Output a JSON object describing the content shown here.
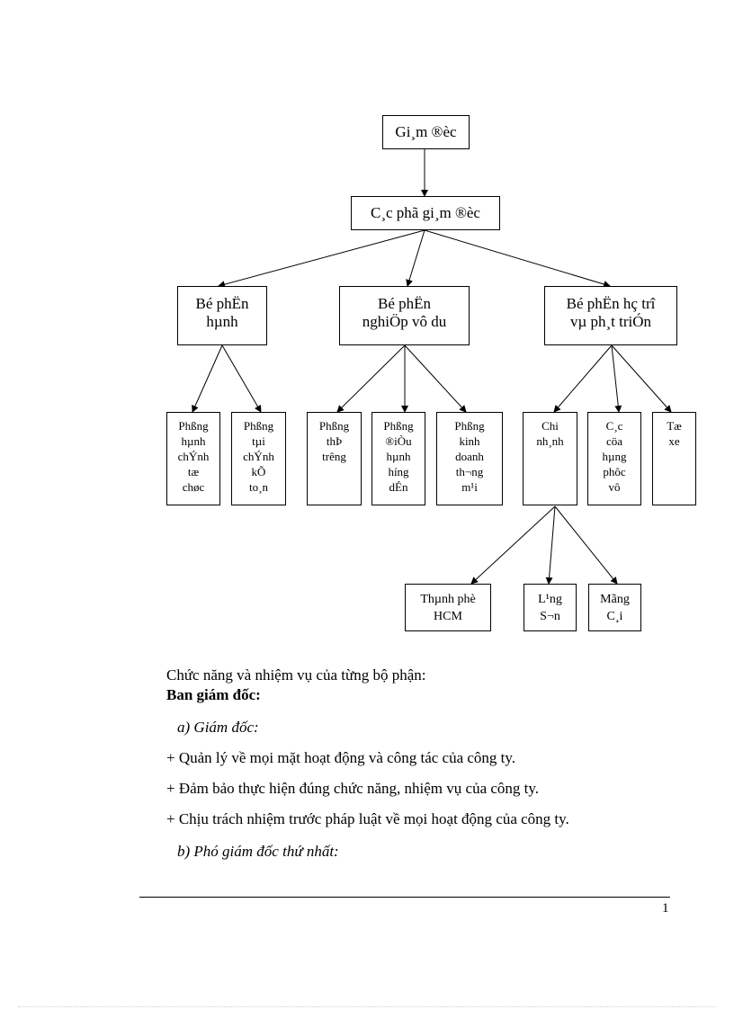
{
  "org": {
    "top": {
      "lines": [
        "Gi¸m ®èc"
      ]
    },
    "deputy": {
      "lines": [
        "C¸c phã gi¸m ®èc"
      ]
    },
    "dept_admin": {
      "lines": [
        "Bé phËn",
        "hµnh"
      ]
    },
    "dept_business": {
      "lines": [
        "Bé phËn",
        "nghiÖp vô du"
      ]
    },
    "dept_support": {
      "lines": [
        "Bé phËn hç trî",
        "vµ ph¸t triÓn"
      ]
    },
    "room_admin_hr": {
      "lines": [
        "Phßng",
        "hµnh",
        "chÝnh",
        "tæ",
        "chøc"
      ]
    },
    "room_finance": {
      "lines": [
        "Phßng",
        "tµi",
        "chÝnh",
        "kÕ",
        "to¸n"
      ]
    },
    "room_market": {
      "lines": [
        "Phßng",
        "thÞ",
        "tr­êng"
      ]
    },
    "room_guide": {
      "lines": [
        "Phßng",
        "®iÒu",
        "hµnh",
        "h­íng",
        "dÉn"
      ]
    },
    "room_trade": {
      "lines": [
        "Phßng",
        "kinh",
        "doanh",
        "th­¬ng",
        "m¹i"
      ]
    },
    "branch": {
      "lines": [
        "Chi",
        "nh¸nh"
      ]
    },
    "shops": {
      "lines": [
        "C¸c",
        "cöa",
        "hµng",
        "phôc",
        "vô"
      ]
    },
    "fleet": {
      "lines": [
        "Tæ",
        "xe"
      ]
    },
    "branch_hcm": {
      "lines": [
        "Thµnh phè",
        "HCM"
      ]
    },
    "branch_ls": {
      "lines": [
        "L¹ng",
        "S¬n"
      ]
    },
    "branch_mc": {
      "lines": [
        "Mãng",
        "C¸i"
      ]
    }
  },
  "body": {
    "intro": "Chức năng và nhiệm  vụ của từng bộ phận:",
    "heading": "Ban giám đốc:",
    "sub_a": "a)  Giám đốc:",
    "bullets": [
      "+ Quản lý về mọi mặt hoạt động và  công tác của công ty.",
      "+ Đảm bảo thực hiện  đúng chức năng, nhiệm  vụ của công ty.",
      "+ Chịu trách nhiệm  trước pháp luật về mọi hoạt động của công ty."
    ],
    "sub_b": "b)  Phó giám đốc thứ nhất:"
  },
  "footer": {
    "page_number": "1"
  }
}
